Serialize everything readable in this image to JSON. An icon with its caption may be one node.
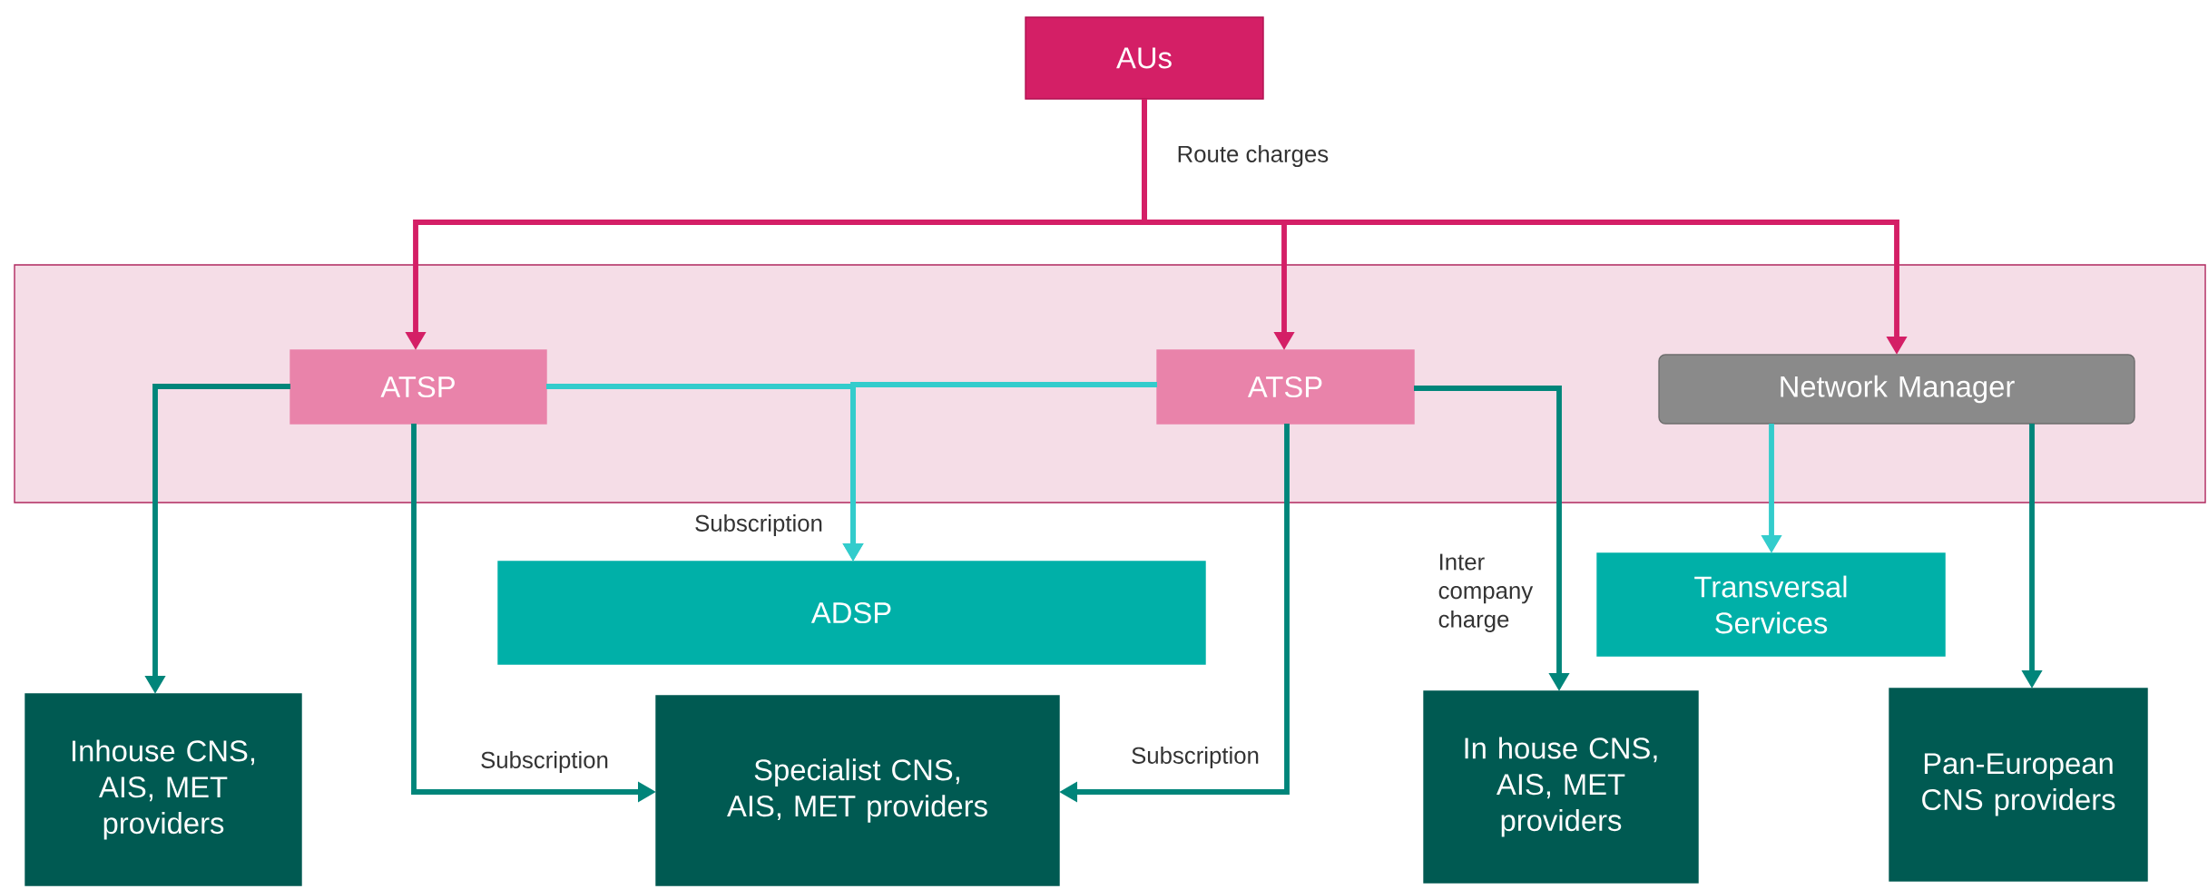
{
  "diagram": {
    "nodes": [
      {
        "text": [
          "AUs"
        ]
      },
      {
        "text": [],
        "shape": "box"
      },
      {
        "text": [
          "ATSP"
        ],
        "in": 1
      },
      {
        "text": [
          "ATSP"
        ],
        "in": 1
      },
      {
        "text": [
          "Network Manager"
        ],
        "in": 1
      },
      {
        "text": [
          "ADSP"
        ]
      },
      {
        "text": [
          "Transversal Services"
        ]
      },
      {
        "text": [
          "Inhouse CNS, AIS, MET providers"
        ]
      },
      {
        "text": [
          "Specialist CNS, AIS, MET providers"
        ]
      },
      {
        "text": [
          "In house CNS, AIS, MET providers"
        ]
      },
      {
        "text": [
          "Pan-European CNS providers"
        ]
      }
    ],
    "edges": [
      {
        "from": 0,
        "to": 2,
        "arrow": "to",
        "label": "Route charges",
        "color": "#d41f66"
      },
      {
        "from": 0,
        "to": 3,
        "arrow": "to",
        "color": "#d41f66"
      },
      {
        "from": 0,
        "to": 4,
        "arrow": "to",
        "color": "#d41f66"
      },
      {
        "from": 2,
        "to": 7,
        "arrow": "to"
      },
      {
        "from": 2,
        "to": 8,
        "arrow": "to",
        "label": "Subscription"
      },
      {
        "from": 2,
        "to": 5,
        "arrow": "to",
        "label": "Subscription",
        "color": "#33cccc"
      },
      {
        "from": 3,
        "to": 5,
        "arrow": "to",
        "color": "#33cccc"
      },
      {
        "from": 3,
        "to": 8,
        "arrow": "to",
        "label": "Subscription"
      },
      {
        "from": 3,
        "to": 9,
        "arrow": "to",
        "label": "Inter company charge"
      },
      {
        "from": 4,
        "to": 6,
        "arrow": "to",
        "color": "#33cccc"
      },
      {
        "from": 4,
        "to": 10,
        "arrow": "to"
      }
    ]
  }
}
